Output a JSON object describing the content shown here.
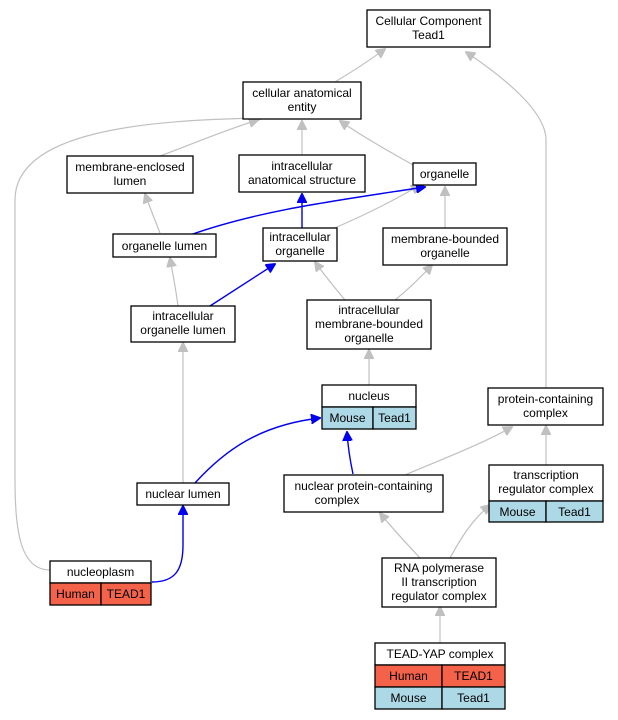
{
  "nodes": {
    "cc_tead1": [
      "Cellular Component",
      "Tead1"
    ],
    "cae": [
      "cellular anatomical",
      "entity"
    ],
    "mel": [
      "membrane-enclosed",
      "lumen"
    ],
    "ias": [
      "intracellular",
      "anatomical structure"
    ],
    "organelle": [
      "organelle"
    ],
    "organelle_lumen": [
      "organelle lumen"
    ],
    "intra_org": [
      "intracellular",
      "organelle"
    ],
    "mbo": [
      "membrane-bounded",
      "organelle"
    ],
    "iol": [
      "intracellular",
      "organelle lumen"
    ],
    "imbo": [
      "intracellular",
      "membrane-bounded",
      "organelle"
    ],
    "nucleus": [
      "nucleus"
    ],
    "pcc": [
      "protein-containing",
      "complex"
    ],
    "npcc": [
      "nuclear protein-containing",
      "complex"
    ],
    "trc": [
      "transcription",
      "regulator complex"
    ],
    "nuclear_lumen": [
      "nuclear lumen"
    ],
    "nucleoplasm": [
      "nucleoplasm"
    ],
    "rnap": [
      "RNA polymerase",
      "II transcription",
      "regulator complex"
    ],
    "tead_yap": [
      "TEAD-YAP complex"
    ]
  },
  "annotations": {
    "nucleus": [
      {
        "species": "Mouse",
        "gene": "Tead1"
      }
    ],
    "trc": [
      {
        "species": "Mouse",
        "gene": "Tead1"
      }
    ],
    "nucleoplasm": [
      {
        "species": "Human",
        "gene": "TEAD1"
      }
    ],
    "tead_yap": [
      {
        "species": "Human",
        "gene": "TEAD1"
      },
      {
        "species": "Mouse",
        "gene": "Tead1"
      }
    ]
  },
  "colors": {
    "human": "#f4624a",
    "mouse": "#add8e6",
    "edge_is_a": "#c0c0c0",
    "edge_part_of": "#0000ee"
  }
}
